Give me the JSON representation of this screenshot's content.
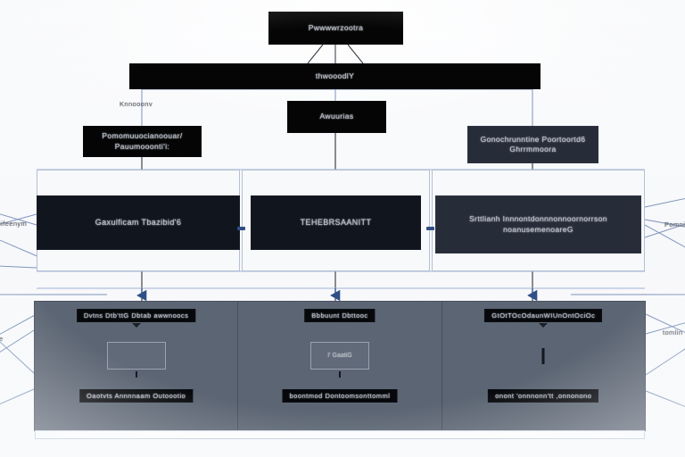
{
  "diagram": {
    "title_node": {
      "label": "Pwwwwrzootra"
    },
    "second_node": {
      "label": "thwooodlY"
    },
    "branch_nodes": [
      {
        "id": "branch-left",
        "label": "Pomomuuocianoouar/ Pauumooonti'i:"
      },
      {
        "id": "branch-mid",
        "label": "Awuurias"
      },
      {
        "id": "branch-right",
        "label": "Gonochrunntine Poortoortd6 Ghrrmmoora"
      }
    ],
    "mid_tier": [
      {
        "id": "mid-left",
        "label": "Gaxulficam Tbazibid'6"
      },
      {
        "id": "mid-mid",
        "label": "TEHEBRSAANITT"
      },
      {
        "id": "mid-right",
        "label": "Srttlianh Innnontdonnnonnoornorrson noanusemenoareG"
      }
    ],
    "edge_labels": {
      "branch": "Knnooonv",
      "left_upper": "auifeenym",
      "left_lower": "aoe",
      "right_upper": "Pomnin",
      "right_lower": "tomlin"
    },
    "panel": {
      "lanes": [
        {
          "id": "lane-left",
          "top_tag": "Dvtns Dtb'ttG Dbtab awwnoocs",
          "inner_value": "",
          "bottom_tag": "Oaotvts  Annnnaam  Outoootio"
        },
        {
          "id": "lane-mid",
          "top_tag": "Bbbuunt  Dbttooc",
          "inner_value": "I' GaatiG",
          "bottom_tag": "boontmod  Dontoomsonttomml"
        },
        {
          "id": "lane-right",
          "top_tag": "GtOtTOcOdaunWIUnOntOciOc",
          "inner_value": "",
          "bottom_tag": "onont 'onnnonn'tt ,onnonono"
        }
      ]
    },
    "colors": {
      "canvas": "#f9fafb",
      "node_black": "#050505",
      "node_navy": "#272c39",
      "node_ink": "#11151e",
      "group_fill": "#f8f9fa",
      "group_border": "#b3c0d6",
      "panel_fill": "#5c6573",
      "panel_border": "#4b5362",
      "edge_blue": "#6e86b4",
      "edge_dark": "#2c3138",
      "arrow_blue": "#2f4f86",
      "node_text": "#b9bdc6"
    }
  }
}
